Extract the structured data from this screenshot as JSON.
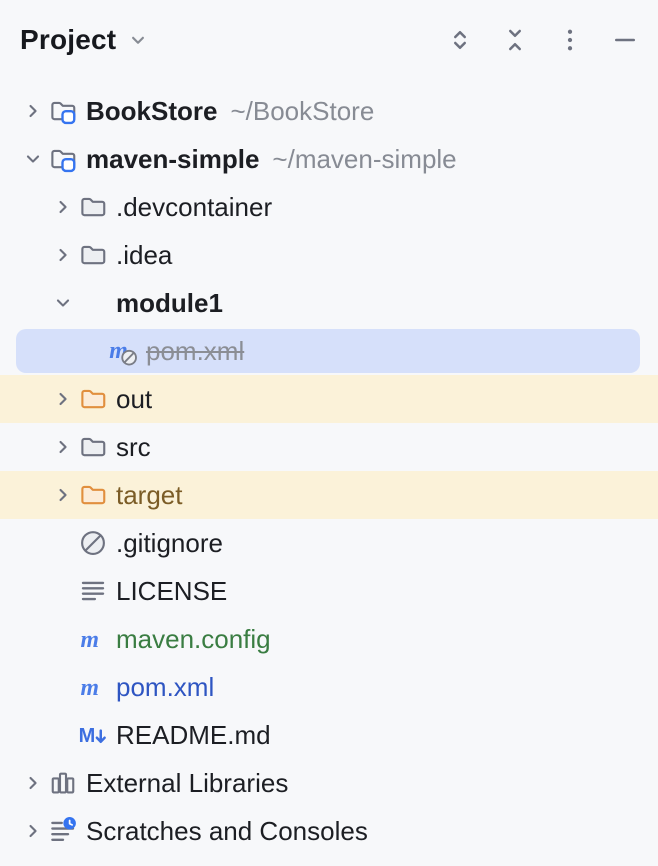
{
  "header": {
    "title": "Project",
    "selector_icon": "chevron-down-icon",
    "actions": [
      {
        "name": "expand-all",
        "icon": "expand-all-icon"
      },
      {
        "name": "collapse-all",
        "icon": "collapse-all-icon"
      },
      {
        "name": "more-options",
        "icon": "more-options-icon"
      },
      {
        "name": "hide",
        "icon": "hide-icon"
      }
    ]
  },
  "tree": {
    "rows": [
      {
        "name": "bookstore",
        "label": "BookStore",
        "path": "~/BookStore",
        "level": 0,
        "chevron": "collapsed",
        "icon": "project-folder",
        "bold": true
      },
      {
        "name": "maven-simple",
        "label": "maven-simple",
        "path": "~/maven-simple",
        "level": 0,
        "chevron": "expanded",
        "icon": "project-folder",
        "bold": true
      },
      {
        "name": "devcontainer-folder",
        "label": ".devcontainer",
        "level": 1,
        "chevron": "collapsed",
        "icon": "folder"
      },
      {
        "name": "idea-folder",
        "label": ".idea",
        "level": 1,
        "chevron": "collapsed",
        "icon": "folder"
      },
      {
        "name": "module1-folder",
        "label": "module1",
        "level": 1,
        "chevron": "expanded",
        "icon": "module-folder",
        "bold": true
      },
      {
        "name": "module1-pom-xml",
        "label": "pom.xml",
        "level": 2,
        "icon": "maven-ignored",
        "selected": true,
        "strikethrough": true,
        "text_color": "#8b8e95"
      },
      {
        "name": "out-folder",
        "label": "out",
        "level": 1,
        "chevron": "collapsed",
        "icon": "folder-excluded",
        "background": "yellow-stripe"
      },
      {
        "name": "src-folder",
        "label": "src",
        "level": 1,
        "chevron": "collapsed",
        "icon": "folder"
      },
      {
        "name": "target-folder",
        "label": "target",
        "level": 1,
        "chevron": "collapsed",
        "icon": "folder-excluded",
        "background": "yellow-stripe",
        "text_color": "#7b5c26"
      },
      {
        "name": "gitignore-file",
        "label": ".gitignore",
        "level": 1,
        "icon": "ignored-file"
      },
      {
        "name": "license-file",
        "label": "LICENSE",
        "level": 1,
        "icon": "text-file"
      },
      {
        "name": "maven-config-file",
        "label": "maven.config",
        "level": 1,
        "icon": "maven",
        "text_color": "#3a7d42"
      },
      {
        "name": "pom-xml-file",
        "label": "pom.xml",
        "level": 1,
        "icon": "maven",
        "text_color": "#2e55c2"
      },
      {
        "name": "readme-file",
        "label": "README.md",
        "level": 1,
        "icon": "markdown-file"
      },
      {
        "name": "external-libraries",
        "label": "External Libraries",
        "level": 0,
        "chevron": "collapsed",
        "icon": "library"
      },
      {
        "name": "scratches-and-consoles",
        "label": "Scratches and Consoles",
        "level": 0,
        "chevron": "collapsed",
        "icon": "scratches"
      }
    ]
  },
  "colors": {
    "panel_bg": "#f7f8fa",
    "selection_bg": "#d6e0fa",
    "yellow_stripe_bg": "#fbf2d9",
    "default_text": "#1c1e23",
    "secondary_text": "#878b94",
    "ignored_text": "#8b8e95",
    "vcs_added_green": "#3a7d42",
    "vcs_modified_blue": "#2e55c2",
    "excluded_text_brown": "#7b5c26",
    "maven_icon_blue": "#4b7de8",
    "icon_gray": "#6e7280",
    "excluded_folder_orange": "#e18f3e",
    "badge_blue": "#3574f0"
  }
}
